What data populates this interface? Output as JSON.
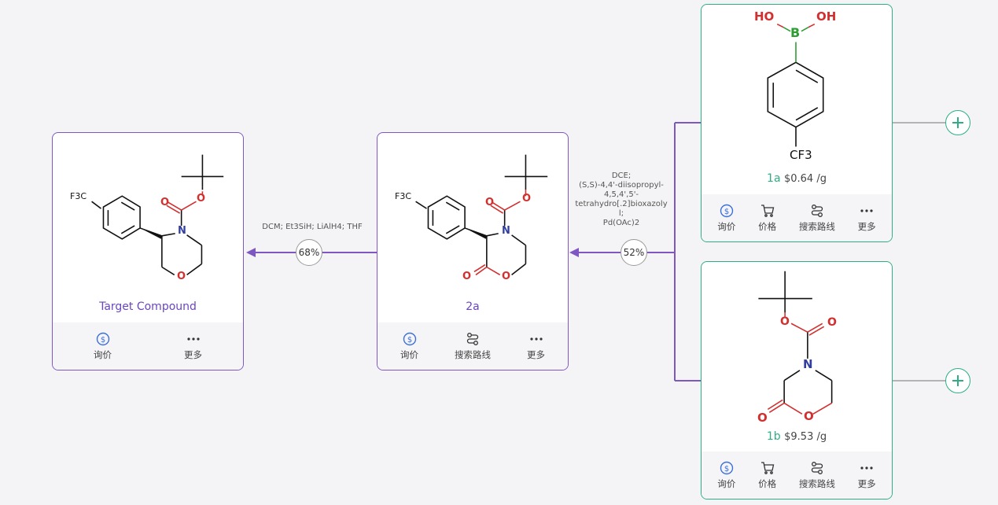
{
  "colors": {
    "route": "#7e57c2",
    "accent_green": "#2eae85",
    "oxygen": "#d32f2f",
    "nitrogen": "#303f9f",
    "boron": "#2e9e33"
  },
  "target": {
    "name": "Target Compound",
    "atoms": {
      "f3c": "F3C",
      "n": "N",
      "o_ring": "O",
      "o_carb": "O",
      "o_ester": "O"
    },
    "actions": [
      {
        "label": "询价",
        "icon": "dollar-bubble-icon"
      },
      {
        "label": "更多",
        "icon": "more-dots-icon"
      }
    ]
  },
  "step1": {
    "conditions": "DCM; Et3SiH; LiAlH4; THF",
    "yield": "68%"
  },
  "intermediate": {
    "name": "2a",
    "atoms": {
      "f3c": "F3C",
      "n": "N",
      "o_ring": "O",
      "o_lactone": "O",
      "o_carb": "O",
      "o_ester": "O"
    },
    "actions": [
      {
        "label": "询价",
        "icon": "dollar-bubble-icon"
      },
      {
        "label": "搜索路线",
        "icon": "route-search-icon"
      },
      {
        "label": "更多",
        "icon": "more-dots-icon"
      }
    ]
  },
  "step2": {
    "conditions": [
      "DCE;",
      "(S,S)-4,4'-diisopropyl-",
      "4,5,4',5'-",
      "tetrahydro[.2]bioxazoly",
      "l;",
      "Pd(OAc)2"
    ],
    "yield": "52%"
  },
  "reagent1a": {
    "label": "1a",
    "price": "$0.64 /g",
    "atoms": {
      "ho_left": "HO",
      "oh_right": "OH",
      "b": "B",
      "cf3": "CF3"
    },
    "actions": [
      {
        "label": "询价",
        "icon": "dollar-bubble-icon"
      },
      {
        "label": "价格",
        "icon": "cart-icon"
      },
      {
        "label": "搜索路线",
        "icon": "route-search-icon"
      },
      {
        "label": "更多",
        "icon": "more-dots-icon"
      }
    ]
  },
  "reagent1b": {
    "label": "1b",
    "price": "$9.53 /g",
    "atoms": {
      "n": "N",
      "o_ring": "O",
      "o_lactone": "O",
      "o_carb": "O",
      "o_ester": "O"
    },
    "actions": [
      {
        "label": "询价",
        "icon": "dollar-bubble-icon"
      },
      {
        "label": "价格",
        "icon": "cart-icon"
      },
      {
        "label": "搜索路线",
        "icon": "route-search-icon"
      },
      {
        "label": "更多",
        "icon": "more-dots-icon"
      }
    ]
  }
}
